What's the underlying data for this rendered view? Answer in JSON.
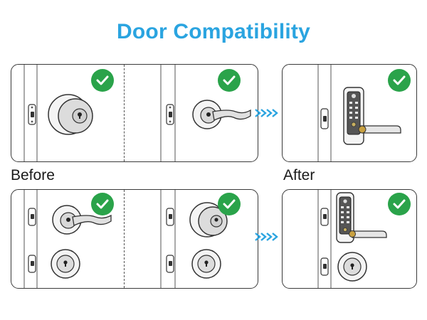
{
  "title": "Door Compatibility",
  "labels": {
    "before": "Before",
    "after": "After"
  },
  "colors": {
    "title": "#2aa4e0",
    "check": "#2aa34a",
    "arrows": "#2aa4e0",
    "outline": "#3a3a3a"
  },
  "icons": {
    "check": "check-circle-icon",
    "arrows": "chevron-triple-right-icon"
  },
  "panels": [
    {
      "name": "knob-lock",
      "section": "before"
    },
    {
      "name": "lever-lock",
      "section": "before"
    },
    {
      "name": "smart-lock",
      "section": "after"
    },
    {
      "name": "lever-with-deadbolt",
      "section": "before"
    },
    {
      "name": "knob-with-deadbolt",
      "section": "before"
    },
    {
      "name": "smart-lock-with-deadbolt",
      "section": "after"
    }
  ]
}
